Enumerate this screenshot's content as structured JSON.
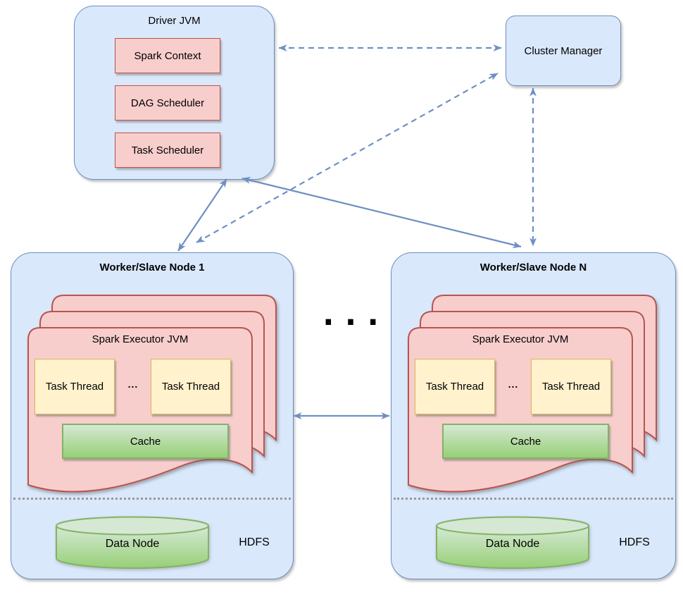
{
  "driver": {
    "title": "Driver JVM",
    "components": [
      "Spark Context",
      "DAG Scheduler",
      "Task Scheduler"
    ]
  },
  "cluster_manager": {
    "label": "Cluster Manager"
  },
  "between_nodes_ellipsis": "...",
  "workers": [
    {
      "title": "Worker/Slave Node 1",
      "executor_title": "Spark Executor JVM",
      "task_thread_1": "Task Thread",
      "task_thread_2": "Task Thread",
      "threads_ellipsis": "...",
      "cache_label": "Cache",
      "data_node_label": "Data Node",
      "hdfs_label": "HDFS"
    },
    {
      "title": "Worker/Slave Node N",
      "executor_title": "Spark Executor JVM",
      "task_thread_1": "Task Thread",
      "task_thread_2": "Task Thread",
      "threads_ellipsis": "...",
      "cache_label": "Cache",
      "data_node_label": "Data Node",
      "hdfs_label": "HDFS"
    }
  ],
  "colors": {
    "node_fill": "#dae8fc",
    "node_stroke": "#6c8ebf",
    "executor_fill": "#f8cecc",
    "executor_stroke": "#b85450",
    "thread_fill": "#fff2cc",
    "thread_stroke": "#d6b656",
    "green_top": "#d5e8d4",
    "green_bottom": "#97d077",
    "green_stroke": "#82b366",
    "arrow": "#6e8fc5",
    "divider": "#9a9a9a"
  }
}
